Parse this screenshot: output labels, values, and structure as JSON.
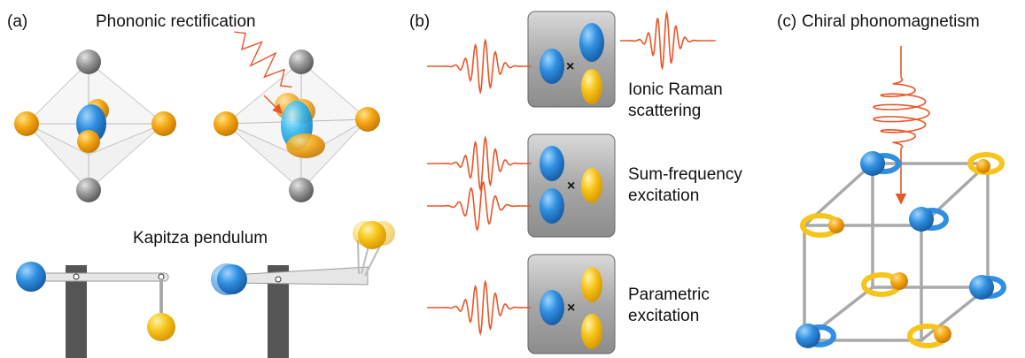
{
  "panel_a": {
    "label": "(a)",
    "title_top": "Phononic rectification",
    "title_bottom": "Kapitza pendulum"
  },
  "panel_b": {
    "label": "(b)",
    "row1": [
      "Ionic Raman",
      "scattering"
    ],
    "row2": [
      "Sum-frequency",
      "excitation"
    ],
    "row3": [
      "Parametric",
      "excitation"
    ],
    "cross": "×"
  },
  "panel_c": {
    "label": "(c)",
    "title": "Chiral phonomagnetism"
  },
  "colors": {
    "pulse": "#e8562a",
    "blue_atom": "#2f8fe0",
    "yellow_atom": "#f7c41a",
    "orange_atom": "#f4a712",
    "gray_atom": "#8e8e8e",
    "box": "#8f8f8f",
    "cube_edge": "#a9a9a9"
  }
}
